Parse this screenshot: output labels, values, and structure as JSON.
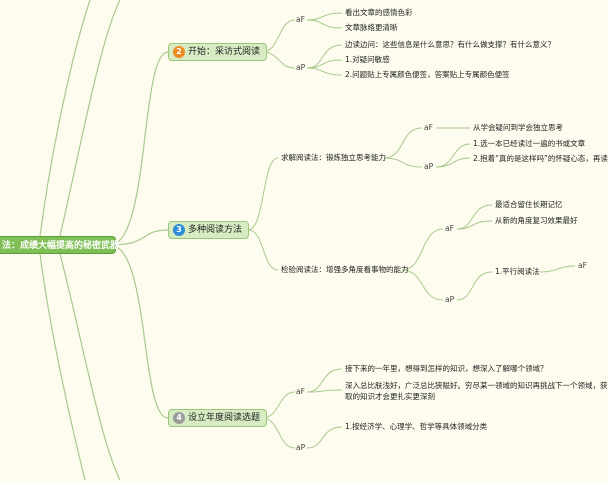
{
  "root": {
    "label": "法：成绩大幅提高的秘密武器"
  },
  "colors": {
    "branch_line": "#a9c98d",
    "topic_fill": "#d8ecc4",
    "root_fill": "#7fbf55",
    "num_orange": "#f08a24",
    "num_blue": "#2f8ed6",
    "num_gray": "#9b9b9b"
  },
  "topics": [
    {
      "num": "2",
      "label": "开始：采访式阅读",
      "tags": [
        "aF",
        "aP"
      ],
      "notes_a": [
        "看出文章的感情色彩",
        "文章脉络更清晰"
      ],
      "notes_b": [
        "边读边问：这些信息是什么意思？有什么做支撑？有什么意义？",
        "1.对疑问敏感",
        "2.问题贴上专属颜色便签，答案贴上专属颜色便签"
      ]
    },
    {
      "num": "3",
      "label": "多种阅读方法",
      "sub1": {
        "label": "求解阅读法：锻炼独立思考能力",
        "tags": [
          "aF",
          "aP"
        ],
        "notes_a": [
          "从学会疑问到学会独立思考"
        ],
        "notes_b": [
          "1.选一本已经读过一遍的书或文章",
          "2.抱着“真的是这样吗”的怀疑心态，再读"
        ]
      },
      "sub2": {
        "label": "检验阅读法：增强多角度看事物的能力",
        "tags": [
          "aF",
          "aP"
        ],
        "notes_a": [
          "最适合留住长期记忆",
          "从新的角度复习效果最好"
        ],
        "notes_b": [
          "1.平行阅读法"
        ],
        "tag_c": "aF"
      }
    },
    {
      "num": "4",
      "label": "设立年度阅读选题",
      "tags": [
        "aF",
        "aP"
      ],
      "notes_a": [
        "接下来的一年里，想得到怎样的知识，想深入了解哪个领域？",
        "深入总比肤浅好，广泛总比狭隘好。穷尽某一领域的知识再挑战下一个领域，获",
        "取的知识才会更扎实更深刻"
      ],
      "notes_b": [
        "1.按经济学、心理学、哲学等具体领域分类"
      ]
    }
  ]
}
